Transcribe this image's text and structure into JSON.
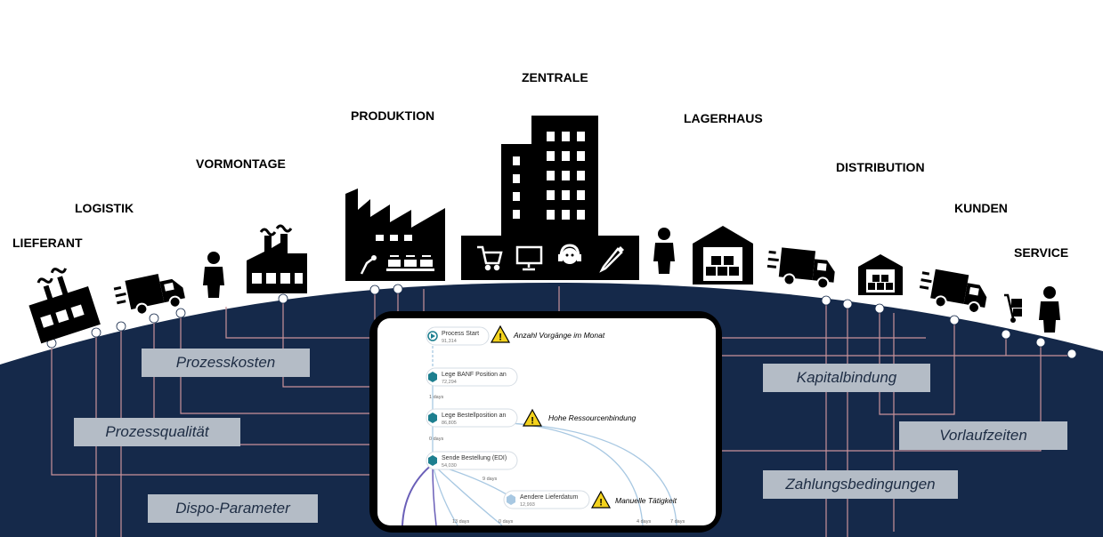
{
  "stages": {
    "lieferant": "LIEFERANT",
    "logistik": "LOGISTIK",
    "vormontage": "VORMONTAGE",
    "produktion": "PRODUKTION",
    "zentrale": "ZENTRALE",
    "lagerhaus": "LAGERHAUS",
    "distribution": "DISTRIBUTION",
    "kunden": "KUNDEN",
    "service": "SERVICE"
  },
  "metrics": {
    "prozesskosten": "Prozesskosten",
    "prozessqualitaet": "Prozessqualität",
    "dispo_parameter": "Dispo-Parameter",
    "kapitalbindung": "Kapitalbindung",
    "vorlaufzeiten": "Vorlaufzeiten",
    "zahlungsbedingungen": "Zahlungsbedingungen"
  },
  "process_map": {
    "nodes": [
      {
        "label": "Process Start",
        "count": "91,314"
      },
      {
        "label": "Lege BANF Position an",
        "count": "72,294"
      },
      {
        "label": "Lege Bestellposition an",
        "count": "86,805"
      },
      {
        "label": "Sende Bestellung (EDI)",
        "count": "54,030"
      },
      {
        "label": "Aendere Lieferdatum",
        "count": "12,993"
      }
    ],
    "edges": [
      {
        "label": "1 days"
      },
      {
        "label": "0 days"
      },
      {
        "label": "9 days"
      },
      {
        "label": "13 days"
      },
      {
        "label": "0 days"
      },
      {
        "label": "4 days"
      },
      {
        "label": "7 days"
      }
    ],
    "warnings": [
      {
        "text": "Anzahl Vorgänge im Monat"
      },
      {
        "text": "Hohe Ressourcenbindung"
      },
      {
        "text": "Manuelle Tätigkeit"
      }
    ]
  },
  "colors": {
    "ground": "#15294a",
    "metric_box": "#b4bcc6",
    "connector": "#c9929a",
    "node": "#1d7f8f",
    "flow_line": "#a8c8e2",
    "warning": "#f3d21d"
  }
}
